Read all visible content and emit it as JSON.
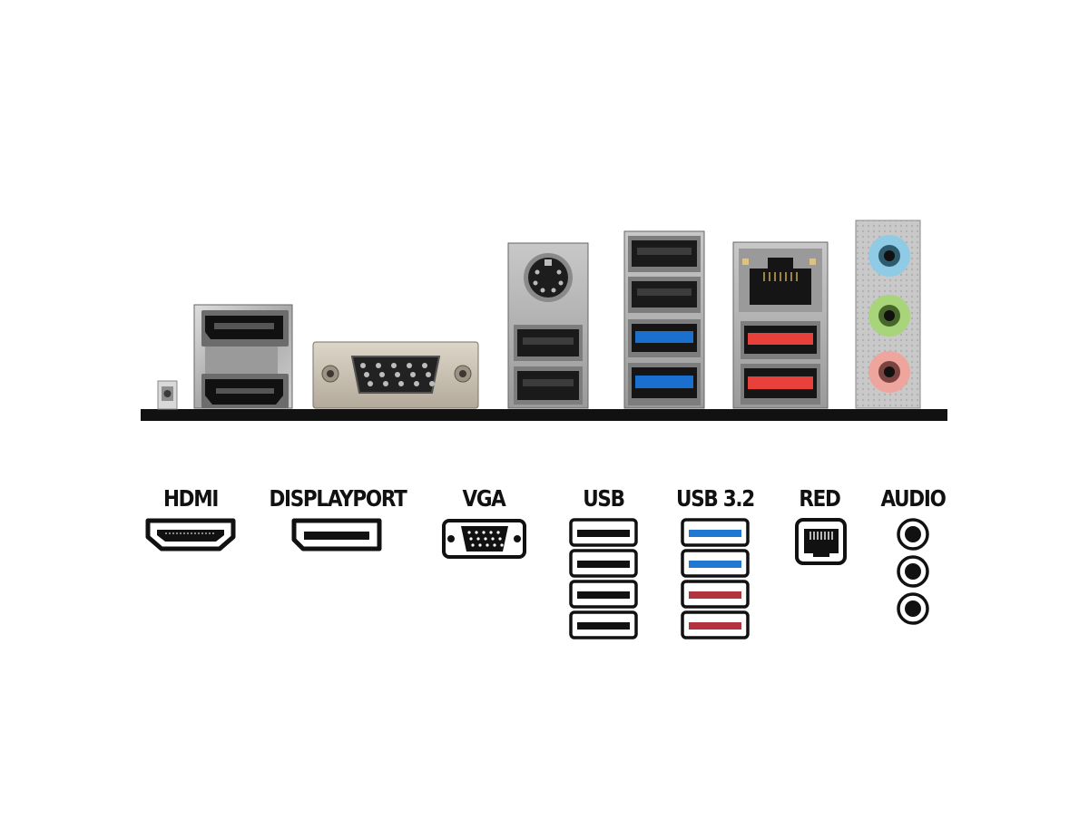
{
  "legend": [
    {
      "id": "hdmi",
      "label": "HDMI",
      "icon": "hdmi-port-icon"
    },
    {
      "id": "displayport",
      "label": "DISPLAYPORT",
      "icon": "displayport-port-icon"
    },
    {
      "id": "vga",
      "label": "VGA",
      "icon": "vga-port-icon"
    },
    {
      "id": "usb",
      "label": "USB",
      "icon": "usb-port-icon",
      "count": 4
    },
    {
      "id": "usb32",
      "label": "USB 3.2",
      "icon": "usb32-port-icon",
      "count": 4
    },
    {
      "id": "red",
      "label": "RED",
      "icon": "rj45-ethernet-icon"
    },
    {
      "id": "audio",
      "label": "AUDIO",
      "icon": "audio-jack-icon",
      "count": 3
    }
  ],
  "colors": {
    "usb32_blue": "#1f78d1",
    "usb32_red": "#b2353d",
    "usb_blue_tongue": "#1a6fcf",
    "usb_red_tongue": "#e8403a",
    "audio_line_in": "#8fcbe4",
    "audio_line_out": "#a8d47a",
    "audio_mic": "#eda59e",
    "panel_bar": "#111111"
  },
  "io_panel": {
    "components": [
      "clear-cmos-button",
      "displayport-port",
      "hdmi-port",
      "vga-port",
      "ps2-port",
      "usb2-port",
      "usb2-port",
      "usb2-port",
      "usb2-port",
      "usb32-blue-port",
      "usb32-blue-port",
      "rj45-port",
      "usb32-red-port",
      "usb32-red-port",
      "audio-line-in-jack",
      "audio-line-out-jack",
      "audio-mic-jack"
    ]
  }
}
